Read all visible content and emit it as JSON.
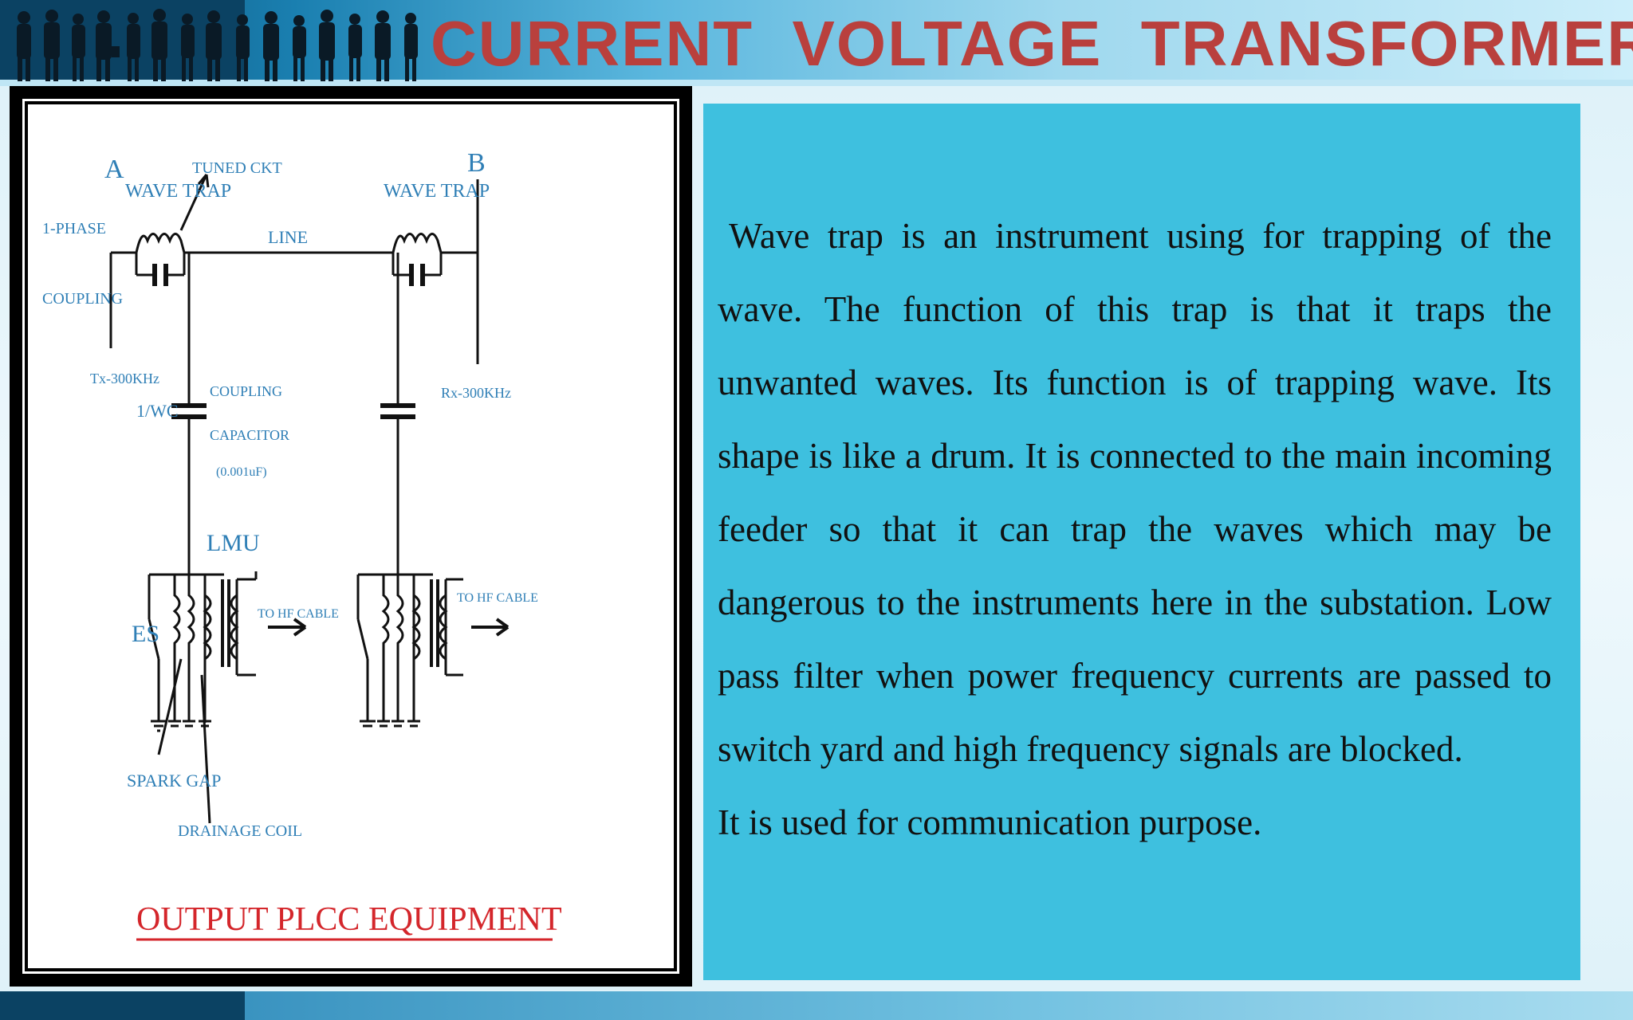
{
  "header": {
    "title": "CURRENT  VOLTAGE  TRANSFORMER"
  },
  "diagram": {
    "labels": {
      "node_a": "A",
      "node_b": "B",
      "wave_trap_left": "WAVE TRAP",
      "wave_trap_right": "WAVE TRAP",
      "tuned_ckt": "TUNED CKT",
      "one_phase": "1-PHASE",
      "coupling_left": "COUPLING",
      "line": "LINE",
      "tx": "Tx-300KHz",
      "rx": "Rx-300KHz",
      "one_wc": "1/WC",
      "coupling_cap": "COUPLING",
      "capacitor": "CAPACITOR",
      "cap_value": "(0.001uF)",
      "lmu": "LMU",
      "es": "ES",
      "to_hf_cable_left": "TO HF CABLE",
      "to_hf_cable_right": "TO HF CABLE",
      "spark_gap": "SPARK GAP",
      "drainage_coil": "DRAINAGE COIL",
      "caption": "OUTPUT PLCC EQUIPMENT"
    }
  },
  "content": {
    "paragraph": "Wave trap is an instrument using for trapping of the wave. The function of this trap is that it traps the unwanted waves. Its function is of trapping wave. Its shape is like a drum. It is connected to the main incoming feeder so that it can trap the waves which may be dangerous to the instruments here in the substation. Low pass filter when power frequency currents are passed to switch yard and high frequency signals are blocked.",
    "closing": "It is used for communication purpose."
  },
  "colors": {
    "title": "#b9403d",
    "panel": "#3ec0df",
    "diagram_label": "#2f7fb6",
    "caption": "#d4262b"
  }
}
